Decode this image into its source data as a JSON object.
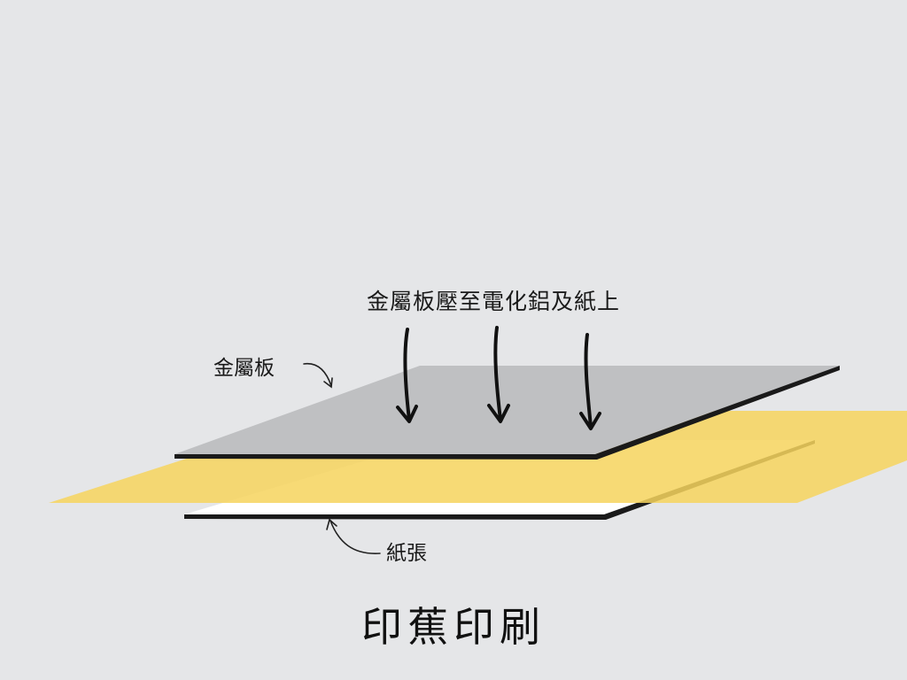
{
  "labels": {
    "press": "金屬板壓至電化鋁及紙上",
    "plate": "金屬板",
    "paper": "紙張"
  },
  "title": "印蕉印刷",
  "colors": {
    "background": "#e5e6e8",
    "metal_plate": "#bfc0c2",
    "foil": "#f6d45e",
    "paper": "#ffffff",
    "edge": "#1a1a1a"
  }
}
